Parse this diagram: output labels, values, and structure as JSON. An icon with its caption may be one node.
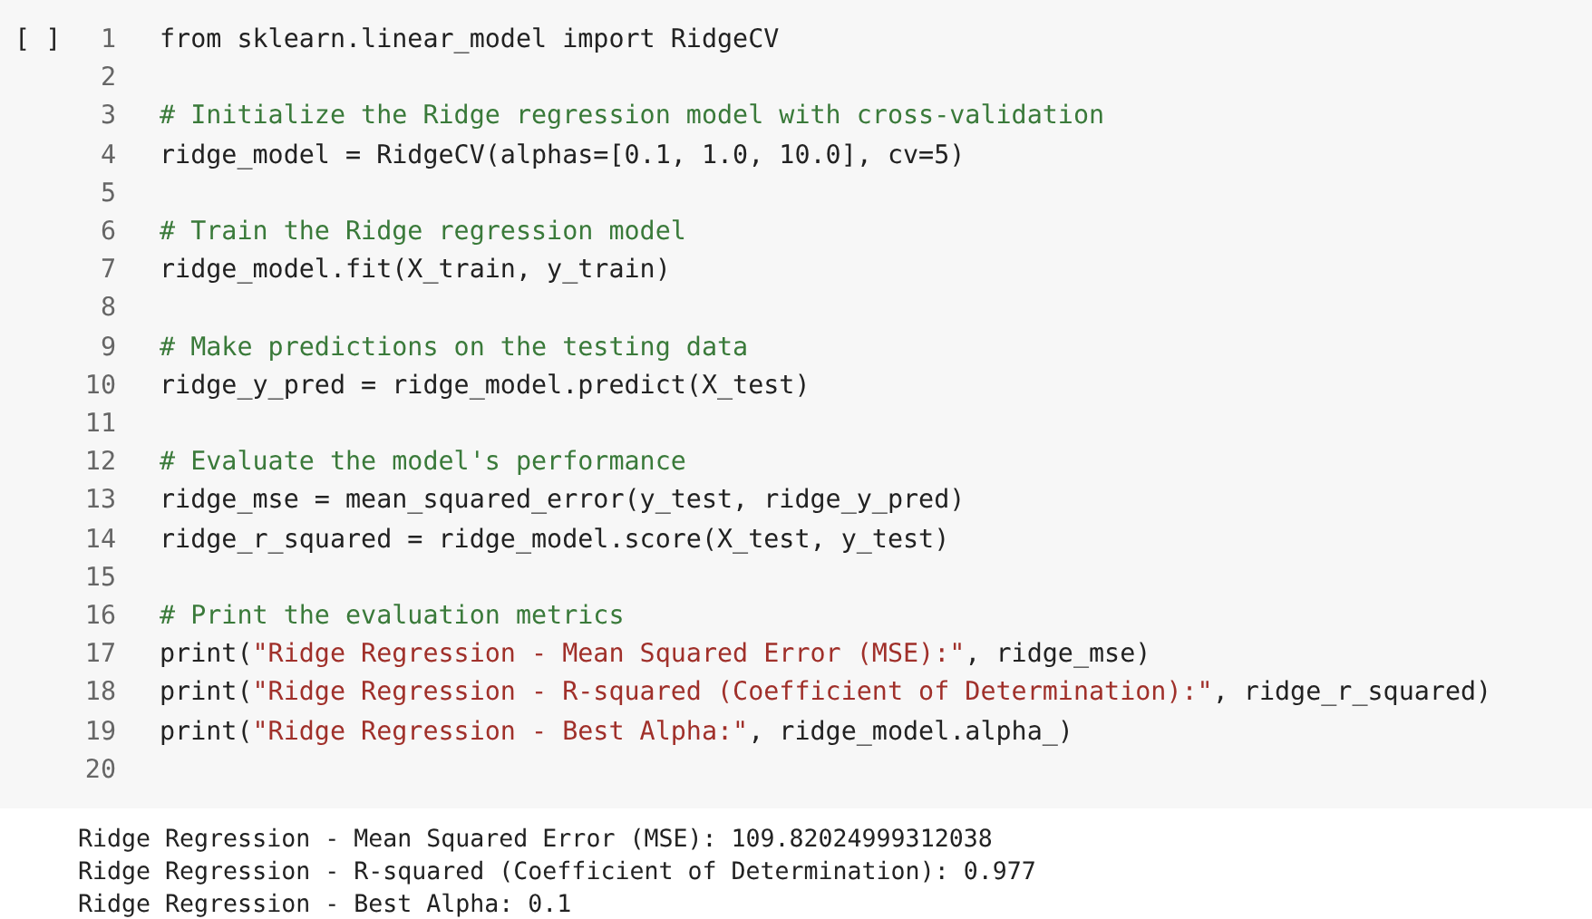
{
  "diagram": {
    "labels": [
      "[ ]",
      "1",
      "from sklearn.linear_model import RidgeCV",
      "2",
      "3",
      "# Initialize the Ridge regression model with cross-validation",
      "4",
      "ridge_model = RidgeCV(alphas=[0.1, 1.0, 10.0], cv=5)",
      "5",
      "6",
      "# Train the Ridge regression model",
      "7",
      "ridge_model.fit(X_train, y_train)",
      "8",
      "9",
      "# Make predictions on the testing data",
      "10",
      "ridge_y_pred = ridge_model.predict(X_test)",
      "11",
      "12",
      "# Evaluate the model's performance",
      "13",
      "ridge_mse = mean_squared_error(y_test, ridge_y_pred)",
      "14",
      "ridge_r_squared = ridge_model.score(X_test, y_test)",
      "15",
      "16",
      "# Print the evaluation metrics",
      "17",
      "print(\"Ridge Regression - Mean Squared Error (MSE):\", ridge_mse)",
      "18",
      "print(\"Ridge Regression - R-squared (Coefficient of Determination):\", ridge_r_squared)",
      "19",
      "print(\"Ridge Regression - Best Alpha:\", ridge_model.alpha_)",
      "20",
      "Ridge Regression - Mean Squared Error (MSE): 109.82024999312038",
      "Ridge Regression - R-squared (Coefficient of Determination): 0.977",
      "Ridge Regression - Best Alpha: 0.1"
    ]
  }
}
